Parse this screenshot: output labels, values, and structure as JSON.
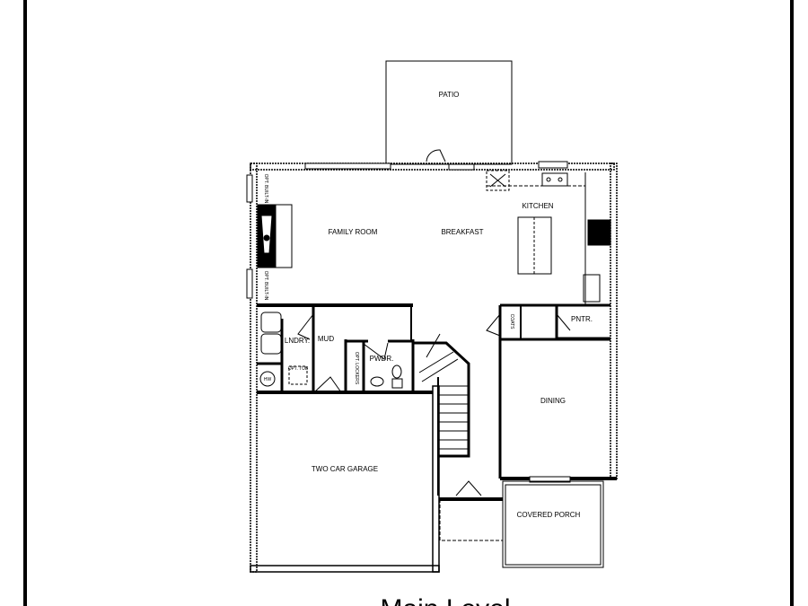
{
  "plan": {
    "title": "Main Level",
    "rooms": {
      "patio": "PATIO",
      "family_room": "FAMILY ROOM",
      "breakfast": "BREAKFAST",
      "kitchen": "KITCHEN",
      "laundry": "LNDRY.",
      "mud": "MUD",
      "powder": "PWDR.",
      "coats": "COATS",
      "pantry": "PNTR.",
      "water_heater": "HW",
      "opt_tub": "OPT. TUB",
      "opt_lockers": "OPT. LOCKERS",
      "opt_built_in_1": "OPT. BUILT-IN",
      "opt_built_in_2": "OPT. BUILT-IN",
      "dining": "DINING",
      "garage": "TWO CAR GARAGE",
      "covered_porch": "COVERED PORCH"
    },
    "colors": {
      "line": "#000000",
      "background": "#ffffff"
    }
  }
}
